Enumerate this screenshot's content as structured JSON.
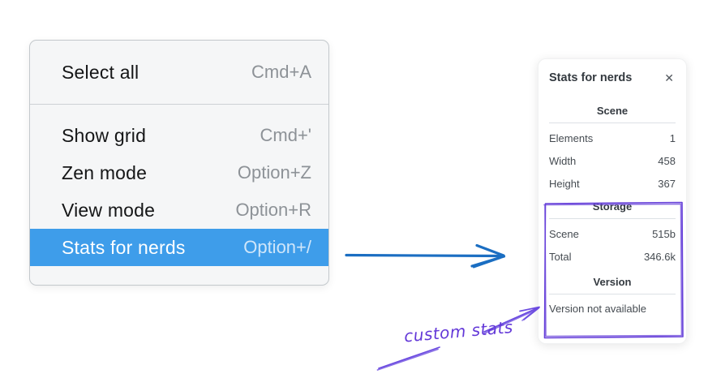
{
  "colors": {
    "menu_background": "#f5f6f7",
    "menu_border": "#c3c8cc",
    "highlight_blue": "#3e9dea",
    "arrow_blue": "#1b6ec2",
    "annotation_purple": "#6741d9",
    "panel_text": "#495057"
  },
  "context_menu": {
    "sections": [
      {
        "items": [
          {
            "label": "Select all",
            "shortcut": "Cmd+A"
          }
        ]
      },
      {
        "items": [
          {
            "label": "Show grid",
            "shortcut": "Cmd+'"
          },
          {
            "label": "Zen mode",
            "shortcut": "Option+Z"
          },
          {
            "label": "View mode",
            "shortcut": "Option+R"
          },
          {
            "label": "Stats for nerds",
            "shortcut": "Option+/",
            "active": true
          }
        ]
      }
    ]
  },
  "stats_panel": {
    "title": "Stats for nerds",
    "close_glyph": "✕",
    "sections": [
      {
        "header": "Scene",
        "rows": [
          {
            "label": "Elements",
            "value": "1"
          },
          {
            "label": "Width",
            "value": "458"
          },
          {
            "label": "Height",
            "value": "367"
          }
        ]
      },
      {
        "header": "Storage",
        "rows": [
          {
            "label": "Scene",
            "value": "515b"
          },
          {
            "label": "Total",
            "value": "346.6k"
          }
        ]
      },
      {
        "header": "Version",
        "note": "Version not available"
      }
    ]
  },
  "annotation": {
    "label": "custom stats"
  }
}
